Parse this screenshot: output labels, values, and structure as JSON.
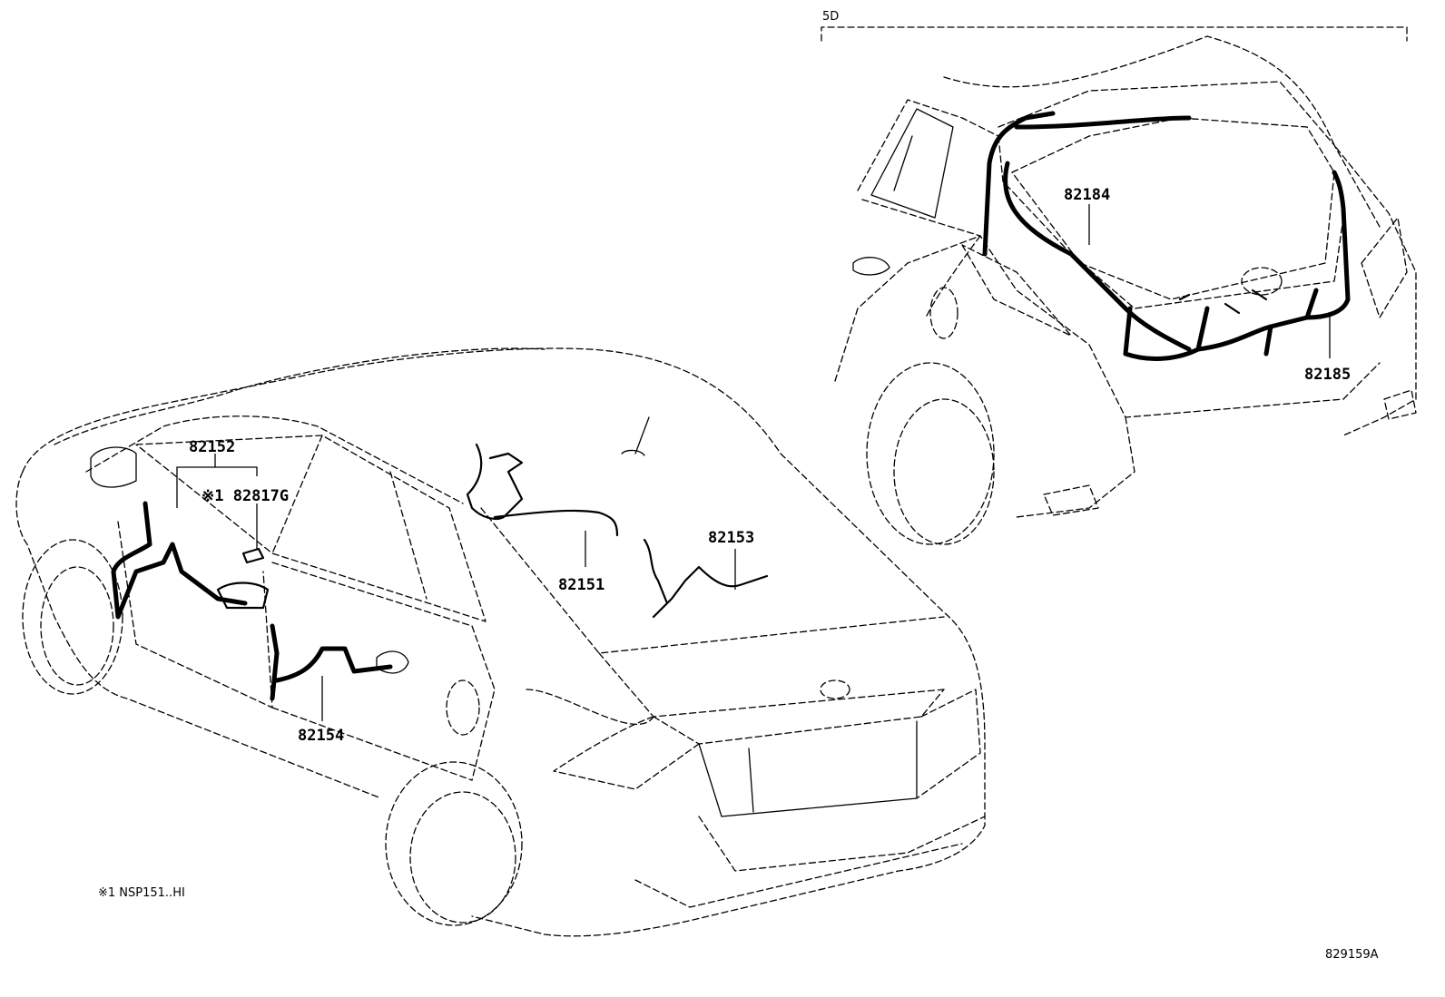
{
  "section_label": "5D",
  "part_labels": {
    "p82152": "82152",
    "p82817g": "※1 82817G",
    "p82151": "82151",
    "p82153": "82153",
    "p82154": "82154",
    "p82184": "82184",
    "p82185": "82185"
  },
  "footnote": "※1 NSP151..HI",
  "illustration_code": "829159A"
}
